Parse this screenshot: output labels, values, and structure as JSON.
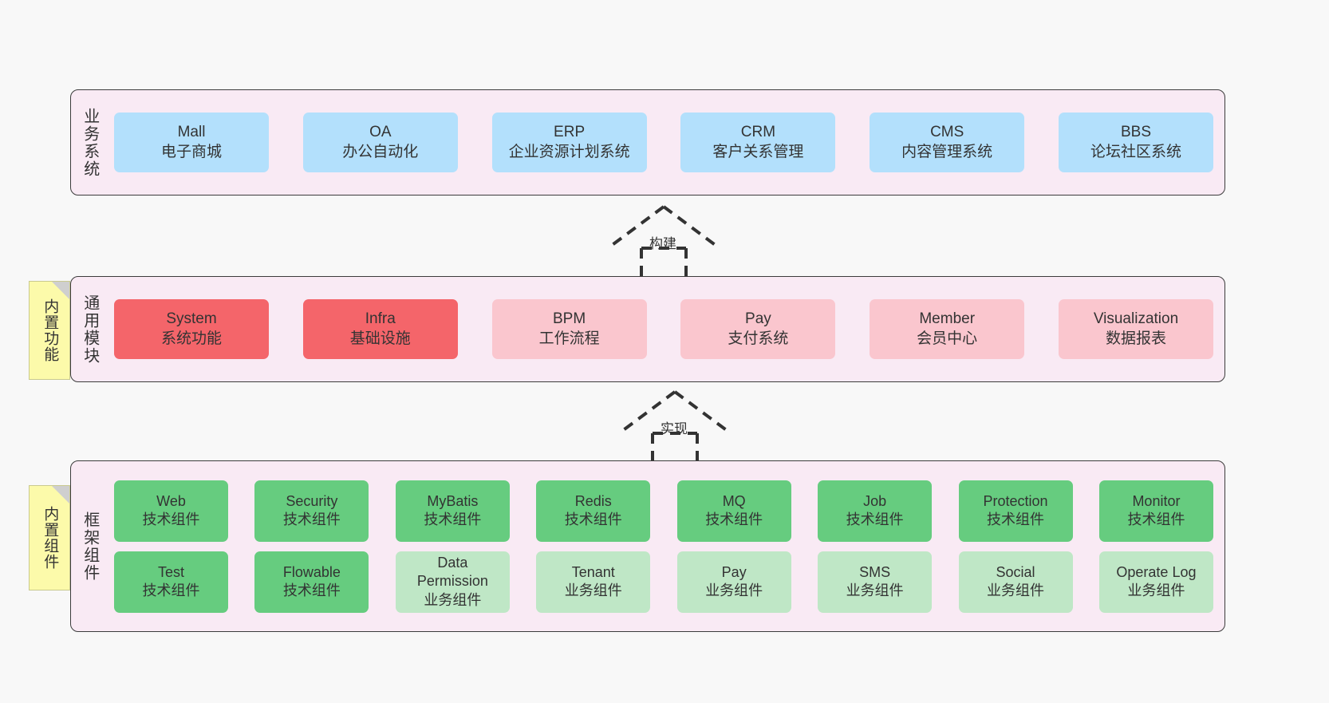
{
  "layers": [
    {
      "id": "business",
      "title": "业务系统",
      "color": "#b3e0fc",
      "items": [
        {
          "en": "Mall",
          "cn": "电子商城"
        },
        {
          "en": "OA",
          "cn": "办公自动化"
        },
        {
          "en": "ERP",
          "cn": "企业资源计划系统"
        },
        {
          "en": "CRM",
          "cn": "客户关系管理"
        },
        {
          "en": "CMS",
          "cn": "内容管理系统"
        },
        {
          "en": "BBS",
          "cn": "论坛社区系统"
        }
      ]
    },
    {
      "id": "modules",
      "title": "通用模块",
      "items": [
        {
          "en": "System",
          "cn": "系统功能",
          "color": "#f4656a"
        },
        {
          "en": "Infra",
          "cn": "基础设施",
          "color": "#f4656a"
        },
        {
          "en": "BPM",
          "cn": "工作流程",
          "color": "#fac6ce"
        },
        {
          "en": "Pay",
          "cn": "支付系统",
          "color": "#fac6ce"
        },
        {
          "en": "Member",
          "cn": "会员中心",
          "color": "#fac6ce"
        },
        {
          "en": "Visualization",
          "cn": "数据报表",
          "color": "#fac6ce"
        }
      ]
    },
    {
      "id": "framework",
      "title": "框架组件",
      "row1": [
        {
          "en": "Web",
          "cn": "技术组件"
        },
        {
          "en": "Security",
          "cn": "技术组件"
        },
        {
          "en": "MyBatis",
          "cn": "技术组件"
        },
        {
          "en": "Redis",
          "cn": "技术组件"
        },
        {
          "en": "MQ",
          "cn": "技术组件"
        },
        {
          "en": "Job",
          "cn": "技术组件"
        },
        {
          "en": "Protection",
          "cn": "技术组件"
        },
        {
          "en": "Monitor",
          "cn": "技术组件"
        }
      ],
      "row2": [
        {
          "en": "Test",
          "cn": "技术组件",
          "color": "#66cc7f"
        },
        {
          "en": "Flowable",
          "cn": "技术组件",
          "color": "#66cc7f"
        },
        {
          "en": "Data Permission",
          "cn": "业务组件",
          "color": "#bfe7c6"
        },
        {
          "en": "Tenant",
          "cn": "业务组件",
          "color": "#bfe7c6"
        },
        {
          "en": "Pay",
          "cn": "业务组件",
          "color": "#bfe7c6"
        },
        {
          "en": "SMS",
          "cn": "业务组件",
          "color": "#bfe7c6"
        },
        {
          "en": "Social",
          "cn": "业务组件",
          "color": "#bfe7c6"
        },
        {
          "en": "Operate Log",
          "cn": "业务组件",
          "color": "#bfe7c6"
        }
      ]
    }
  ],
  "notes": [
    {
      "id": "builtin-func",
      "text": "内置功能"
    },
    {
      "id": "builtin-comp",
      "text": "内置组件"
    }
  ],
  "arrows": [
    {
      "id": "build",
      "label": "构建"
    },
    {
      "id": "impl",
      "label": "实现"
    }
  ],
  "colors": {
    "background": "#f8f8f8",
    "layer_fill": "#f9eaf4",
    "layer_border": "#3c3c3c",
    "blue": "#b3e0fc",
    "red": "#f4656a",
    "pink": "#fac6ce",
    "green": "#66cc7f",
    "light_green": "#bfe7c6",
    "note_fill": "#fcfaaa",
    "note_fold": "#cfcfcf",
    "text": "#333333"
  }
}
